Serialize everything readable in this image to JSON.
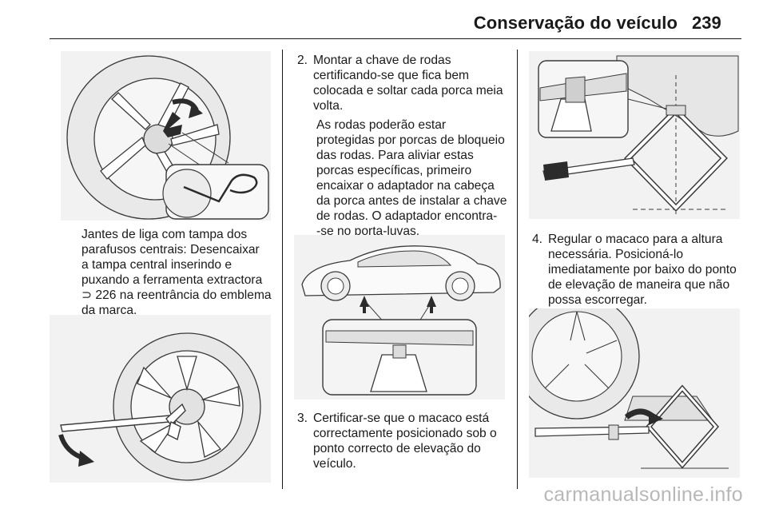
{
  "header": {
    "title": "Conservação do veículo",
    "page_number": "239"
  },
  "left_column": {
    "caption_lines": [
      "Jantes de liga com tampa dos",
      "parafusos centrais: Desencaixar",
      "a tampa central inserindo e",
      "puxando a ferramenta extractora",
      "226 na reentrância do emblema",
      "da marca."
    ],
    "ref_arrow": "⊃"
  },
  "middle_column": {
    "step2": {
      "number": "2.",
      "lines": [
        "Montar a chave de rodas",
        "certificando-se que fica bem",
        "colocada e soltar cada porca meia",
        "volta."
      ]
    },
    "note_lines": [
      "As rodas poderão estar",
      "protegidas por porcas de bloqueio",
      "das rodas. Para aliviar estas",
      "porcas específicas, primeiro",
      "encaixar o adaptador na cabeça",
      "da porca antes de instalar a chave",
      "de rodas. O adaptador encontra-",
      "-se no porta-luvas."
    ],
    "step3": {
      "number": "3.",
      "lines": [
        "Certificar-se que o macaco está",
        "correctamente posicionado sob o",
        "ponto correcto de elevação do",
        "veículo."
      ]
    }
  },
  "right_column": {
    "step4": {
      "number": "4.",
      "lines": [
        "Regular o macaco para a altura",
        "necessária. Posicioná-lo",
        "imediatamente por baixo do ponto",
        "de elevação de maneira que não",
        "possa escorregar."
      ]
    }
  },
  "watermark": "carmanualsonline.info",
  "colors": {
    "text": "#1a1a1a",
    "illustration_bg": "#f2f2f2",
    "line_art": "#3a3a3a",
    "watermark": "#b8b8b8"
  }
}
